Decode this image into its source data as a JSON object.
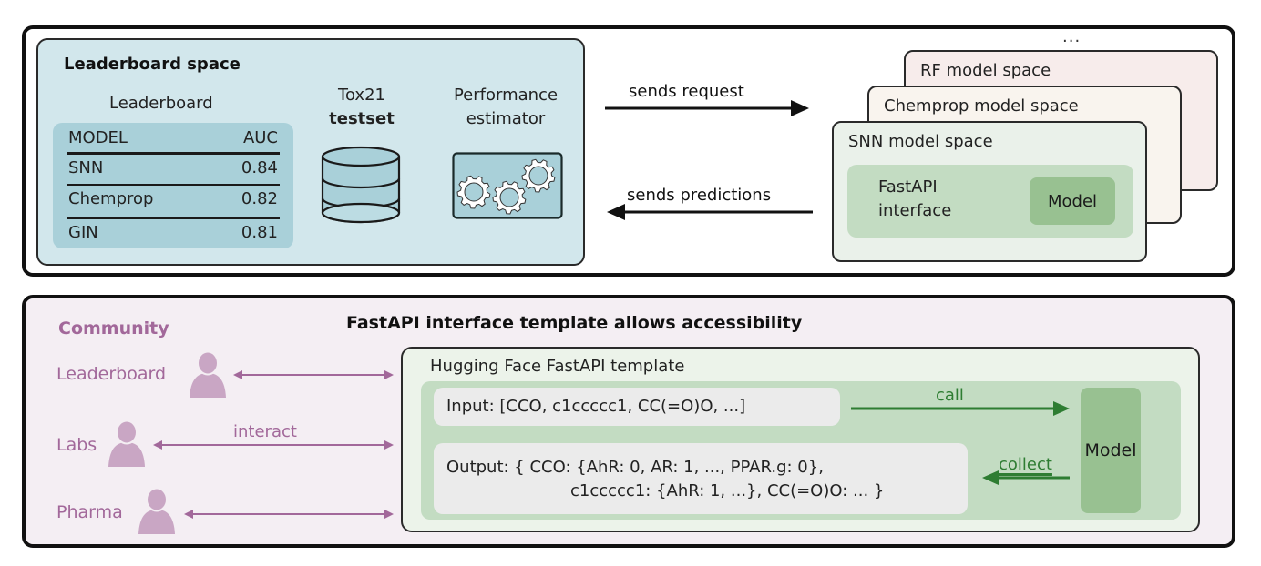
{
  "top": {
    "leaderboard_space": {
      "title": "Leaderboard space",
      "leaderboard_label": "Leaderboard",
      "table": {
        "headers": [
          "MODEL",
          "AUC"
        ],
        "rows": [
          {
            "model": "SNN",
            "auc": "0.84"
          },
          {
            "model": "Chemprop",
            "auc": "0.82"
          },
          {
            "model": "GIN",
            "auc": "0.81"
          }
        ]
      },
      "testset": {
        "line1": "Tox21",
        "line2": "testset",
        "icon": "database-icon"
      },
      "estimator": {
        "line1": "Performance",
        "line2": "estimator",
        "icon": "gears-icon"
      }
    },
    "arrows": {
      "request_label": "sends request",
      "predictions_label": "sends predictions"
    },
    "model_spaces": {
      "ellipsis": "...",
      "rf": "RF model space",
      "chemprop": "Chemprop model space",
      "snn": "SNN model space",
      "fastapi_line1": "FastAPI",
      "fastapi_line2": "interface",
      "model_label": "Model"
    }
  },
  "bottom": {
    "title": "FastAPI interface template allows accessibility",
    "community": {
      "title": "Community",
      "members": [
        "Leaderboard",
        "Labs",
        "Pharma"
      ],
      "interact_label": "interact"
    },
    "template": {
      "title": "Hugging Face FastAPI template",
      "input": "Input: [CCO, c1ccccc1, CC(=O)O, ...]",
      "output_line1": "Output: { CCO: {AhR: 0, AR: 1, ..., PPAR.g: 0},",
      "output_line2": "c1ccccc1: {AhR: 1, ...}, CC(=O)O: ... }",
      "call_label": "call",
      "collect_label": "collect",
      "model_label": "Model"
    }
  },
  "colors": {
    "leaderboard_bg": "#d2e7ec",
    "table_bg": "#a9d0d9",
    "snn_bg": "#eaf1ea",
    "chemprop_bg": "#f9f4ee",
    "rf_bg": "#f7eceb",
    "community_purple": "#a2689a",
    "call_green": "#2e7d32",
    "model_green": "#98c191"
  }
}
